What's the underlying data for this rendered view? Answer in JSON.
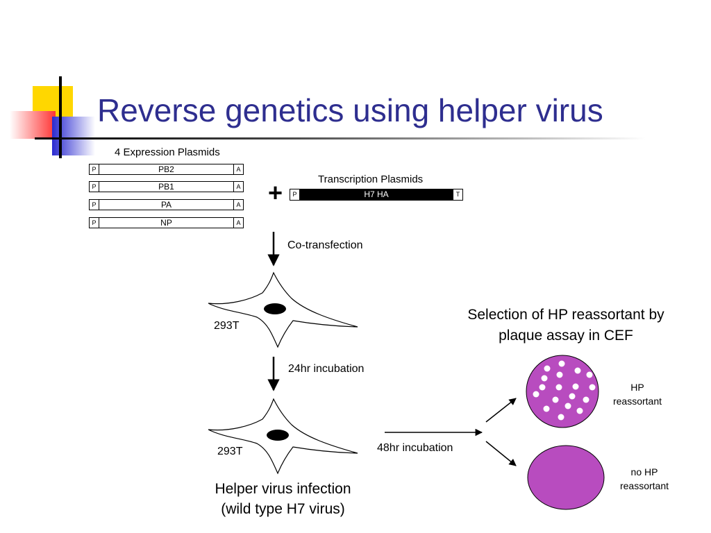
{
  "title": "Reverse genetics using helper virus",
  "expression_header": "4 Expression Plasmids",
  "plasmid_cap_left": "P",
  "plasmid_cap_right": "A",
  "plasmids": [
    "PB2",
    "PB1",
    "PA",
    "NP"
  ],
  "plus_sign": "+",
  "transcription_header": "Transcription Plasmids",
  "transcription_plasmid": {
    "left": "P",
    "name": "H7 HA",
    "right": "T"
  },
  "step1": "Co-transfection",
  "cell1_label": "293T",
  "step2": "24hr incubation",
  "cell2_label": "293T",
  "step3": "48hr incubation",
  "helper_line1": "Helper virus infection",
  "helper_line2": "(wild type H7 virus)",
  "selection_line1": "Selection of HP reassortant by",
  "selection_line2": "plaque assay in CEF",
  "hp_label_1": "HP",
  "hp_label_2": "reassortant",
  "nohp_label_1": "no HP",
  "nohp_label_2": "reassortant",
  "colors": {
    "title": "#2e2e8f",
    "plate": "#b84cbf",
    "yellow": "#ffd700",
    "red": "#ff3333",
    "blue": "#2a2ad0"
  }
}
